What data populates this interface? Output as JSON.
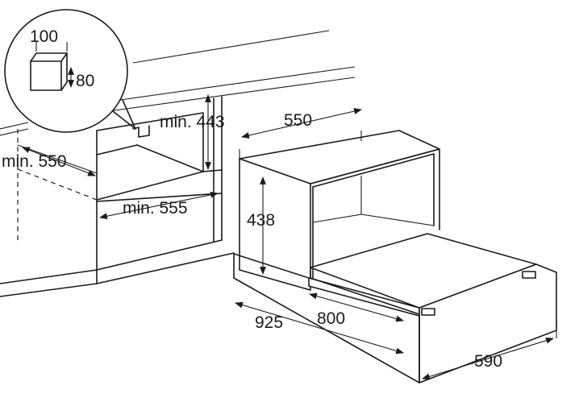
{
  "labels": {
    "inset_width": "100",
    "inset_height": "80",
    "cabinet_opening_height": "min. 443",
    "cabinet_depth": "min. 550",
    "cabinet_width": "min. 555",
    "unit_depth": "550",
    "unit_height": "438",
    "drawer_depth_total": "925",
    "drawer_extension": "800",
    "unit_width": "590"
  }
}
